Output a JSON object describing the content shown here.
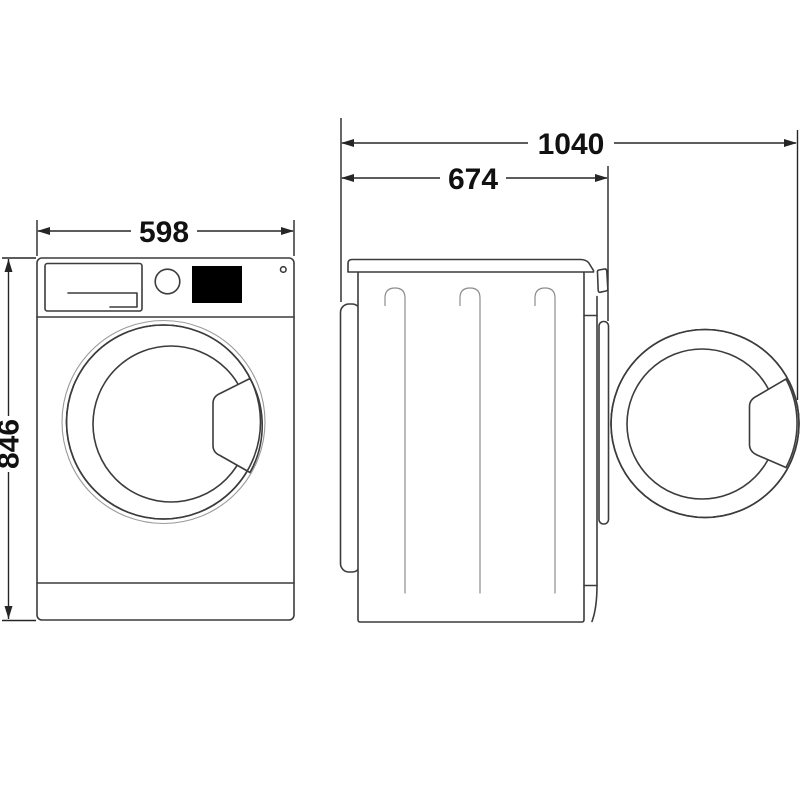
{
  "diagram": {
    "type": "appliance-dimension-drawing",
    "subject": "front-loading washing machine, front view and side view with open door",
    "dimensions": {
      "width_front": "598",
      "height_front": "846",
      "depth_door_open": "1040",
      "depth_body": "674"
    },
    "colors": {
      "background": "#ffffff",
      "outline": "#3c3c3c",
      "dimension_line": "#262626",
      "dimension_text": "#111111",
      "display_fill": "#000000",
      "light_detail": "#8c8c8c"
    }
  }
}
